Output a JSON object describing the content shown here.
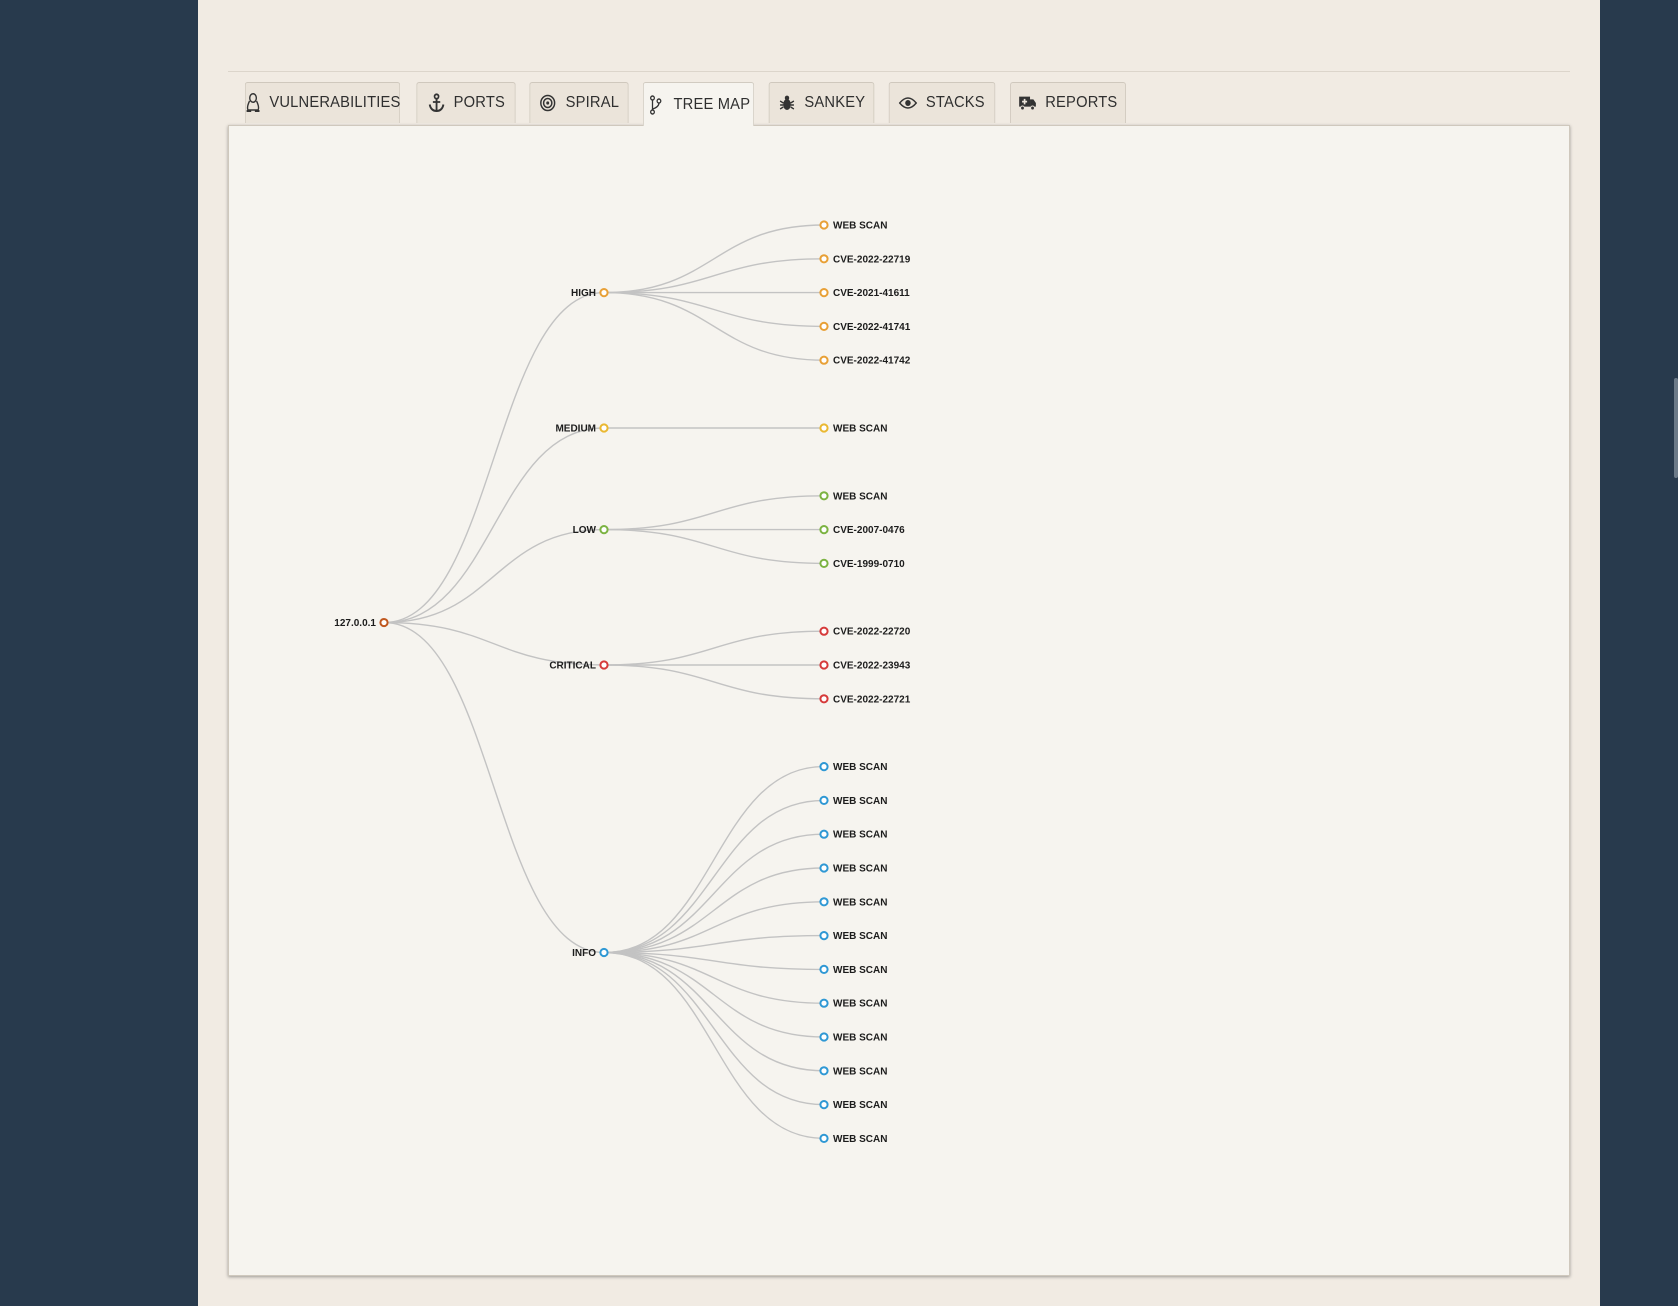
{
  "tabs": [
    {
      "label": "VULNERABILITIES",
      "icon": "linux-penguin-icon",
      "active": false
    },
    {
      "label": "PORTS",
      "icon": "anchor-icon",
      "active": false
    },
    {
      "label": "SPIRAL",
      "icon": "target-circle-icon",
      "active": false
    },
    {
      "label": "TREE MAP",
      "icon": "code-branch-icon",
      "active": true
    },
    {
      "label": "SANKEY",
      "icon": "bug-icon",
      "active": false
    },
    {
      "label": "STACKS",
      "icon": "eye-icon",
      "active": false
    },
    {
      "label": "REPORTS",
      "icon": "ambulance-icon",
      "active": false
    }
  ],
  "tree": {
    "root": {
      "label": "127.0.0.1",
      "color": "#c0581f"
    },
    "groups": [
      {
        "label": "HIGH",
        "color": "#e8a036",
        "children": [
          "WEB SCAN",
          "CVE-2022-22719",
          "CVE-2021-41611",
          "CVE-2022-41741",
          "CVE-2022-41742"
        ]
      },
      {
        "label": "MEDIUM",
        "color": "#eab830",
        "children": [
          "WEB SCAN"
        ]
      },
      {
        "label": "LOW",
        "color": "#7cb342",
        "children": [
          "WEB SCAN",
          "CVE-2007-0476",
          "CVE-1999-0710"
        ]
      },
      {
        "label": "CRITICAL",
        "color": "#d63a3a",
        "children": [
          "CVE-2022-22720",
          "CVE-2022-23943",
          "CVE-2022-22721"
        ]
      },
      {
        "label": "INFO",
        "color": "#2f98d4",
        "children": [
          "WEB SCAN",
          "WEB SCAN",
          "WEB SCAN",
          "WEB SCAN",
          "WEB SCAN",
          "WEB SCAN",
          "WEB SCAN",
          "WEB SCAN",
          "WEB SCAN",
          "WEB SCAN",
          "WEB SCAN",
          "WEB SCAN"
        ]
      }
    ]
  }
}
